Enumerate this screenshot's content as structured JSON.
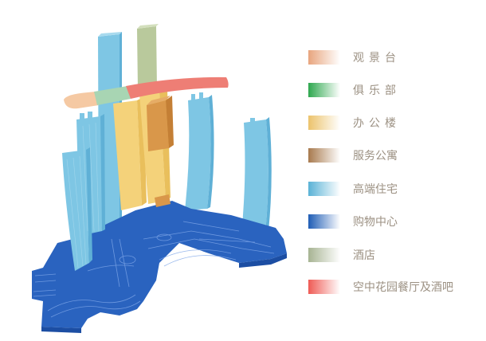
{
  "diagram": {
    "type": "isometric-building-functional-zoning",
    "components": [
      {
        "id": "shopping-podium",
        "category": "购物中心"
      },
      {
        "id": "hotel-tower",
        "category": "酒店"
      },
      {
        "id": "sky-bridge-observation-deck",
        "category": "观景台"
      },
      {
        "id": "sky-bridge-club",
        "category": "俱乐部"
      },
      {
        "id": "sky-bridge-garden-restaurant-bar",
        "category": "空中花园餐厅及酒吧"
      },
      {
        "id": "office-towers",
        "category": "办公楼"
      },
      {
        "id": "serviced-apartment-block",
        "category": "服务公寓"
      },
      {
        "id": "residential-towers",
        "category": "高端住宅"
      }
    ]
  },
  "legend": {
    "items": [
      {
        "label": "观景台",
        "color": "#e8a57e",
        "spaced": true
      },
      {
        "label": "俱乐部",
        "color": "#2fa84f",
        "spaced": true
      },
      {
        "label": "办公楼",
        "color": "#ecc36c",
        "spaced": true
      },
      {
        "label": "服务公寓",
        "color": "#a87a4e",
        "spaced": false
      },
      {
        "label": "高端住宅",
        "color": "#5ab2d6",
        "spaced": false
      },
      {
        "label": "购物中心",
        "color": "#1f5db5",
        "spaced": false
      },
      {
        "label": "酒店",
        "color": "#a7b493",
        "spaced": false
      },
      {
        "label": "空中花园餐厅及酒吧",
        "color": "#ef5b55",
        "spaced": false
      }
    ]
  },
  "colors": {
    "podium": "#2a63bf",
    "podium_line": "#7ea6e8",
    "residential": "#7ec6e4",
    "residential_dark": "#5fb0d6",
    "office": "#f4d27a",
    "office_dark": "#e9bf5c",
    "apartment": "#d9974a",
    "apartment_dark": "#c47f35",
    "hotel": "#b9c99c",
    "bridge_peach": "#f5c9a3",
    "bridge_green": "#a8d5b3",
    "bridge_red": "#ee7e75"
  }
}
